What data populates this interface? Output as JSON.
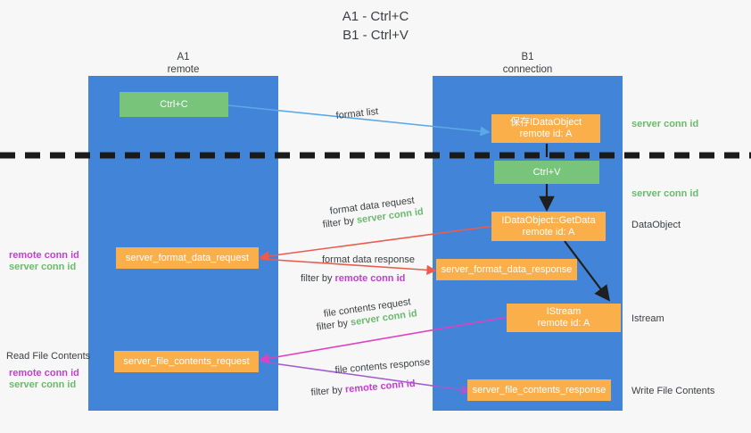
{
  "title": "A1 - Ctrl+C\nB1 - Ctrl+V",
  "colors": {
    "background": "#f7f7f7",
    "lane": "#4285d8",
    "orange": "#fbaf4b",
    "green": "#77c47a",
    "server_conn": "#6aba6d",
    "remote_conn": "#c23fd0",
    "text": "#3c4043",
    "divider": "#1a1a1a",
    "arrow_blue": "#5aa9e6",
    "arrow_red": "#ea5c4e",
    "arrow_magenta": "#e040c0",
    "arrow_purple": "#a05cd0",
    "arrow_dark": "#1f1f1f"
  },
  "lanes": [
    {
      "id": "a1",
      "name": "A1",
      "sub": "remote"
    },
    {
      "id": "b1",
      "name": "B1",
      "sub": "connection"
    }
  ],
  "nodes": {
    "ctrl_c": {
      "line1": "Ctrl+C",
      "line2": ""
    },
    "ctrl_v": {
      "line1": "Ctrl+V",
      "line2": ""
    },
    "save_dataobject": {
      "line1": "保存IDataObject",
      "line2": "remote id: A"
    },
    "getdata": {
      "line1": "IDataObject::GetData",
      "line2": "remote id: A"
    },
    "istream": {
      "line1": "IStream",
      "line2": "remote id: A"
    },
    "format_data_request": {
      "line1": "server_format_data_request",
      "line2": ""
    },
    "format_data_response": {
      "line1": "server_format_data_response",
      "line2": ""
    },
    "file_contents_request": {
      "line1": "server_file_contents_request",
      "line2": ""
    },
    "file_contents_response": {
      "line1": "server_file_contents_response",
      "line2": ""
    }
  },
  "edge_labels": {
    "format_list": "format list",
    "format_data_request": "format data request",
    "format_data_request_filter_prefix": "filter by ",
    "format_data_request_filter_key": "server conn id",
    "format_data_response": "format data response",
    "format_data_response_filter_prefix": "filter by ",
    "format_data_response_filter_key": "remote conn id",
    "file_contents_request": "file contents request",
    "file_contents_request_filter_prefix": "filter by ",
    "file_contents_request_filter_key": "server conn id",
    "file_contents_response": "file contents response",
    "file_contents_response_filter_prefix": "filter by ",
    "file_contents_response_filter_key": "remote conn id"
  },
  "side_labels": {
    "right_server_conn_top": "server conn id",
    "right_server_conn_mid": "server conn id",
    "right_dataobject": "DataObject",
    "right_istream": "Istream",
    "right_write_file_contents": "Write File Contents",
    "left_remote_conn_1": "remote conn id",
    "left_server_conn_1": "server conn id",
    "left_read_file_contents": "Read File Contents",
    "left_remote_conn_2": "remote conn id",
    "left_server_conn_2": "server conn id"
  }
}
